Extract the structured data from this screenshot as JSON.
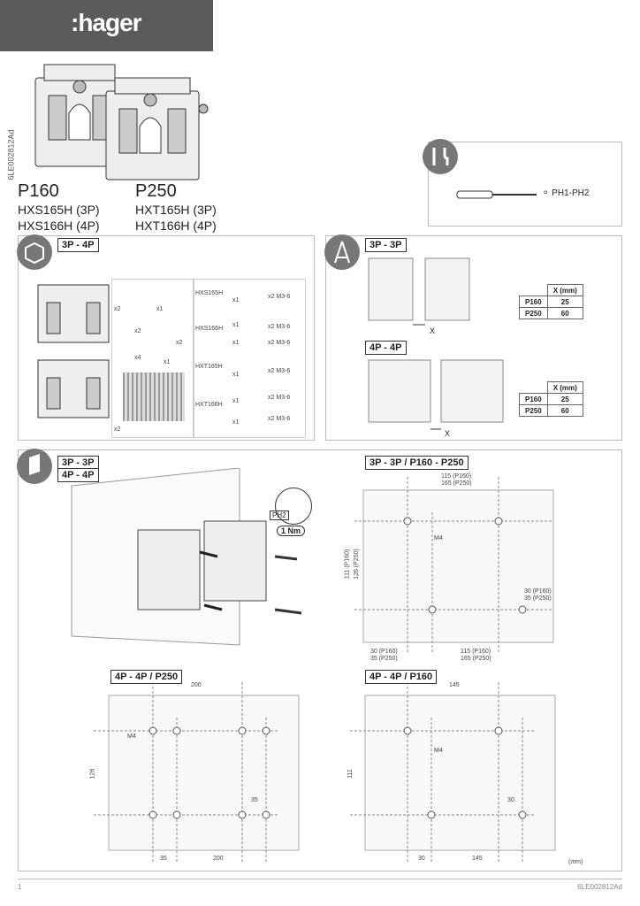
{
  "brand": {
    "name": ":hager"
  },
  "side_code": "6LE002812Ad",
  "products": [
    {
      "title": "P160",
      "refs": [
        "HXS165H (3P)",
        "HXS166H (4P)"
      ]
    },
    {
      "title": "P250",
      "refs": [
        "HXT165H (3P)",
        "HXT166H (4P)"
      ]
    }
  ],
  "tools": {
    "label": "PH1-PH2"
  },
  "kit": {
    "tag": "3P - 4P",
    "qty": {
      "a": "x2",
      "b": "x1",
      "c": "x2",
      "d": "x4",
      "e": "x1",
      "f": "x2",
      "g": "x2"
    },
    "rows": [
      {
        "ref": "HXS165H",
        "items": [
          "x1",
          "x2 M3-6"
        ]
      },
      {
        "ref": "HXS166H",
        "items": [
          "x1",
          "x2 M3-6",
          "x1",
          "x2 M3-6"
        ]
      },
      {
        "ref": "HXT165H",
        "items": [
          "x1",
          "x2 M3-6"
        ]
      },
      {
        "ref": "HXT166H",
        "items": [
          "x1",
          "x2 M3-6",
          "x1",
          "x2 M3-6"
        ]
      }
    ]
  },
  "spacing": {
    "tag3": "3P - 3P",
    "tag4": "4P - 4P",
    "x_label": "X",
    "header": "X (mm)",
    "table": [
      {
        "name": "P160",
        "value": "25"
      },
      {
        "name": "P250",
        "value": "60"
      }
    ]
  },
  "mounting": {
    "tag_a": "3P - 3P",
    "tag_b": "4P - 4P",
    "torque": "1 Nm",
    "ph": "PH2"
  },
  "drill_33": {
    "tag": "3P - 3P / P160 - P250",
    "top1": "115 (P160)",
    "top2": "165 (P250)",
    "left1": "111 (P160)",
    "left2": "126 (P250)",
    "m4": "M4",
    "right1": "30 (P160)",
    "right2": "35 (P250)",
    "bl1": "30 (P160)",
    "bl2": "35 (P250)",
    "br1": "115 (P160)",
    "br2": "165 (P250)"
  },
  "drill_44_p250": {
    "tag": "4P - 4P / P250",
    "top": "200",
    "left": "126",
    "m4": "M4",
    "inner": "35",
    "bottom1": "35",
    "bottom2": "200"
  },
  "drill_44_p160": {
    "tag": "4P - 4P / P160",
    "top": "145",
    "left": "111",
    "m4": "M4",
    "inner": "30",
    "bottom1": "30",
    "bottom2": "145"
  },
  "unit": "(mm)",
  "footer": {
    "page": "1",
    "code": "6LE002812Ad"
  }
}
